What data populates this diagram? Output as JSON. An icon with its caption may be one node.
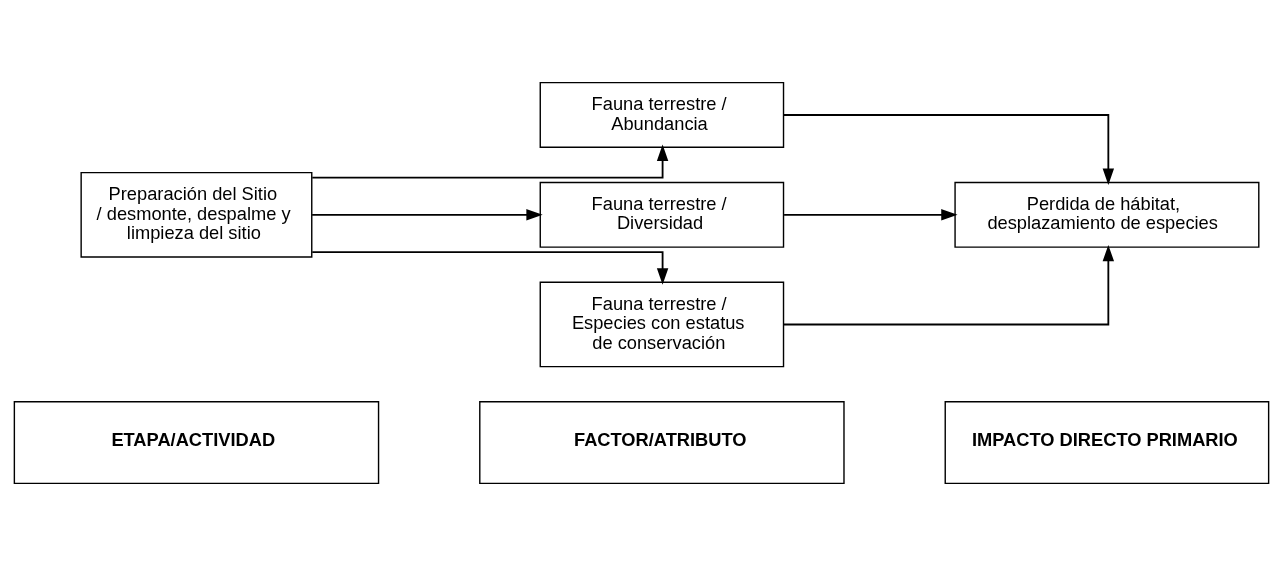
{
  "diagram": {
    "nodes": [
      {
        "text": [
          "ETAPA/ACTIVIDAD"
        ]
      },
      {
        "text": [
          "FACTOR/ATRIBUTO"
        ]
      },
      {
        "text": [
          "IMPACTO DIRECTO PRIMARIO"
        ]
      },
      {
        "text": [
          "Preparación del Sitio / desmonte, despalme y limpieza del sitio"
        ]
      },
      {
        "text": [
          "Fauna terrestre / Abundancia"
        ]
      },
      {
        "text": [
          "Fauna terrestre / Diversidad"
        ]
      },
      {
        "text": [
          "Fauna terrestre / Especies con estatus de conservación"
        ]
      },
      {
        "text": [
          "Perdida de hábitat, desplazamiento de especies"
        ]
      }
    ],
    "edges": [
      {
        "from": 3,
        "to": 4,
        "arrow": "to"
      },
      {
        "from": 3,
        "to": 5,
        "arrow": "to"
      },
      {
        "from": 3,
        "to": 6,
        "arrow": "to"
      },
      {
        "from": 4,
        "to": 7,
        "arrow": "to"
      },
      {
        "from": 5,
        "to": 7,
        "arrow": "to"
      },
      {
        "from": 6,
        "to": 7,
        "arrow": "to"
      }
    ]
  }
}
